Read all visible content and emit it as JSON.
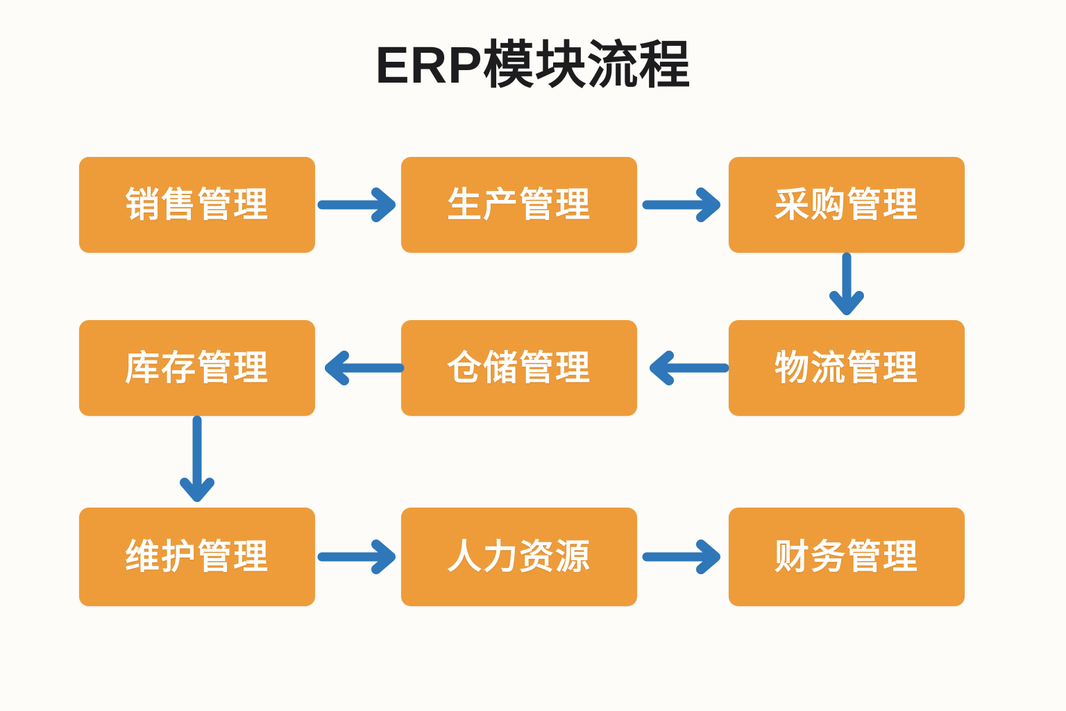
{
  "page": {
    "title": "ERP模块流程",
    "background_color": "#fdfcf8",
    "node_fill_color": "#ee9c3a",
    "node_text_color": "#ffffff",
    "arrow_color": "#2e77b8",
    "title_color": "#1d1d1f"
  },
  "chart_data": {
    "type": "diagram",
    "title": "ERP模块流程",
    "nodes": [
      {
        "id": "sales",
        "label": "销售管理",
        "row": 0,
        "col": 0
      },
      {
        "id": "production",
        "label": "生产管理",
        "row": 0,
        "col": 1
      },
      {
        "id": "procurement",
        "label": "采购管理",
        "row": 0,
        "col": 2
      },
      {
        "id": "inventory",
        "label": "库存管理",
        "row": 1,
        "col": 0
      },
      {
        "id": "warehouse",
        "label": "仓储管理",
        "row": 1,
        "col": 1
      },
      {
        "id": "logistics",
        "label": "物流管理",
        "row": 1,
        "col": 2
      },
      {
        "id": "maintenance",
        "label": "维护管理",
        "row": 2,
        "col": 0
      },
      {
        "id": "hr",
        "label": "人力资源",
        "row": 2,
        "col": 1
      },
      {
        "id": "finance",
        "label": "财务管理",
        "row": 2,
        "col": 2
      }
    ],
    "edges": [
      {
        "from": "sales",
        "to": "production",
        "direction": "right"
      },
      {
        "from": "production",
        "to": "procurement",
        "direction": "right"
      },
      {
        "from": "procurement",
        "to": "logistics",
        "direction": "down"
      },
      {
        "from": "logistics",
        "to": "warehouse",
        "direction": "left"
      },
      {
        "from": "warehouse",
        "to": "inventory",
        "direction": "left"
      },
      {
        "from": "inventory",
        "to": "maintenance",
        "direction": "down"
      },
      {
        "from": "maintenance",
        "to": "hr",
        "direction": "right"
      },
      {
        "from": "hr",
        "to": "finance",
        "direction": "right"
      }
    ]
  },
  "nodes": {
    "sales": {
      "label": "销售管理"
    },
    "production": {
      "label": "生产管理"
    },
    "procurement": {
      "label": "采购管理"
    },
    "inventory": {
      "label": "库存管理"
    },
    "warehouse": {
      "label": "仓储管理"
    },
    "logistics": {
      "label": "物流管理"
    },
    "maintenance": {
      "label": "维护管理"
    },
    "hr": {
      "label": "人力资源"
    },
    "finance": {
      "label": "财务管理"
    }
  }
}
